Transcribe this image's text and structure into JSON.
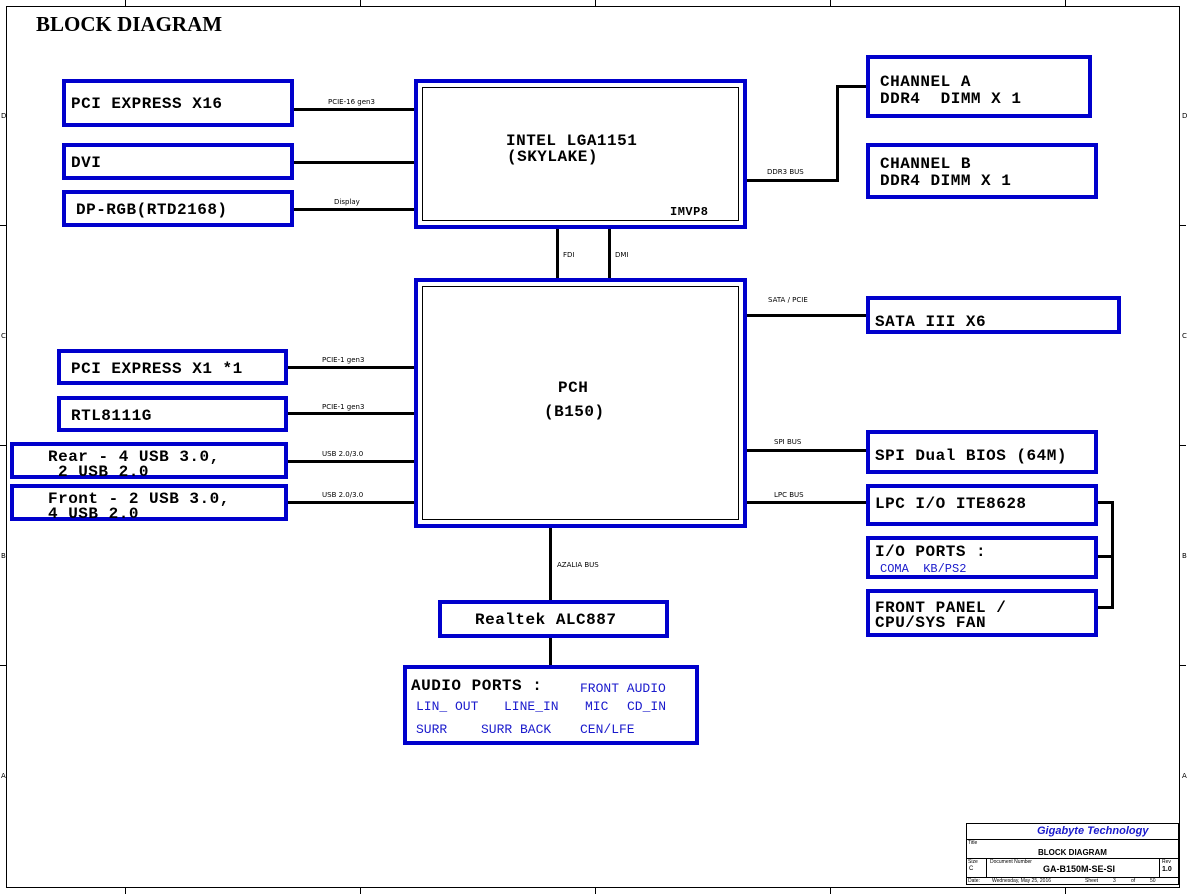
{
  "title": "BLOCK DIAGRAM",
  "cpu": {
    "name": "INTEL LGA1151",
    "codename": "(SKYLAKE)",
    "vr": "IMVP8"
  },
  "pch": {
    "name": "PCH",
    "model": "(B150)"
  },
  "left_blocks": {
    "pcie16": "PCI EXPRESS X16",
    "dvi": "DVI",
    "dp": "DP-RGB(RTD2168)",
    "pcie1": "PCI EXPRESS X1 *1",
    "rtl": "RTL8111G",
    "rear_usb_1": "Rear - 4 USB 3.0,",
    "rear_usb_2": "2 USB 2.0",
    "front_usb_1": "Front - 2 USB 3.0,",
    "front_usb_2": "4 USB 2.0"
  },
  "right_blocks": {
    "ch_a_1": "CHANNEL A",
    "ch_a_2": "DDR4  DIMM X 1",
    "ch_b_1": "CHANNEL B",
    "ch_b_2": "DDR4 DIMM X 1",
    "sata": "SATA III X6",
    "spi": "SPI Dual BIOS (64M)",
    "lpc": "LPC I/O ITE8628",
    "io_ports": "I/O PORTS :",
    "io_ports_sub": "COMA  KB/PS2",
    "front_panel_1": "FRONT PANEL /",
    "front_panel_2": "CPU/SYS FAN"
  },
  "audio": {
    "codec": "Realtek ALC887",
    "ports_label": "AUDIO PORTS :",
    "front_audio": "FRONT AUDIO",
    "lin_out": "LIN_ OUT",
    "line_in": "LINE_IN",
    "mic": "MIC",
    "cd_in": "CD_IN",
    "surr": "SURR",
    "surr_back": "SURR BACK",
    "cen_lfe": "CEN/LFE"
  },
  "buses": {
    "pcie16": "PCIE-16 gen3",
    "display": "Display",
    "ddr": "DDR3 BUS",
    "fdi": "FDI",
    "dmi": "DMI",
    "sata": "SATA / PCIE",
    "pcie1a": "PCIE-1 gen3",
    "pcie1b": "PCIE-1 gen3",
    "usb_a": "USB 2.0/3.0",
    "usb_b": "USB 2.0/3.0",
    "spi": "SPI BUS",
    "lpc": "LPC BUS",
    "azalia": "AZALIA BUS"
  },
  "title_block": {
    "company": "Gigabyte Technology",
    "title_lbl": "Title",
    "title": "BLOCK DIAGRAM",
    "size_lbl": "Size",
    "size": "C",
    "docnum_lbl": "Document Number",
    "docnum": "GA-B150M-SE-SI",
    "rev_lbl": "Rev",
    "rev": "1.0",
    "date_lbl": "Date:",
    "date": "Wednesday, May 25, 2016",
    "sheet_lbl": "Sheet",
    "sheet": "3",
    "of_lbl": "of",
    "total": "50"
  },
  "border_markers": [
    "D",
    "C",
    "B",
    "A"
  ]
}
